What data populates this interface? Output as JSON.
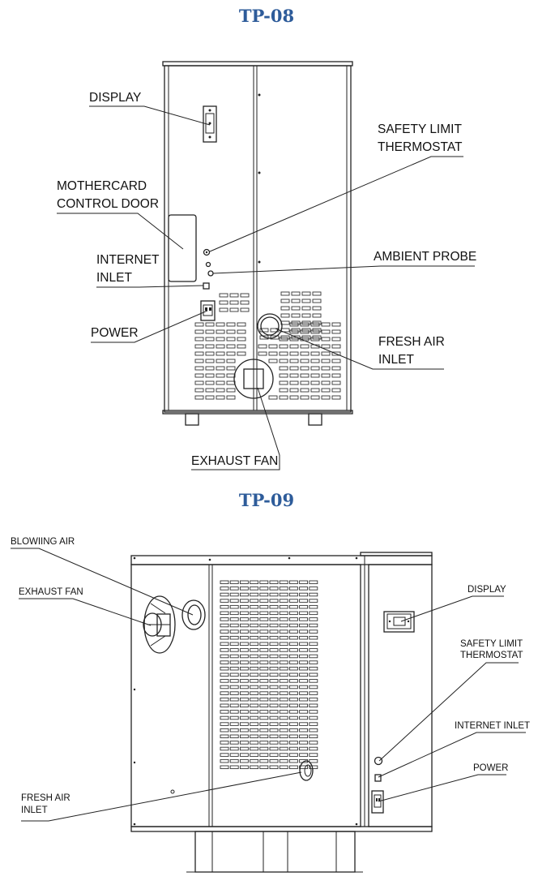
{
  "tp08": {
    "title": "TP-08",
    "labels": {
      "display": "DISPLAY",
      "safety_1": "SAFETY LIMIT",
      "safety_2": "THERMOSTAT",
      "mothercard_1": "MOTHERCARD",
      "mothercard_2": "CONTROL DOOR",
      "internet_1": "INTERNET",
      "internet_2": "INLET",
      "ambient": "AMBIENT PROBE",
      "power": "POWER",
      "fresh_1": "FRESH AIR",
      "fresh_2": "INLET",
      "exhaust": "EXHAUST FAN"
    }
  },
  "tp09": {
    "title": "TP-09",
    "labels": {
      "blowing": "BLOWIING AIR",
      "exhaust": "EXHAUST FAN",
      "display": "DISPLAY",
      "safety_1": "SAFETY LIMIT",
      "safety_2": "THERMOSTAT",
      "internet": "INTERNET INLET",
      "power": "POWER",
      "fresh_1": "FRESH AIR",
      "fresh_2": "INLET"
    }
  }
}
